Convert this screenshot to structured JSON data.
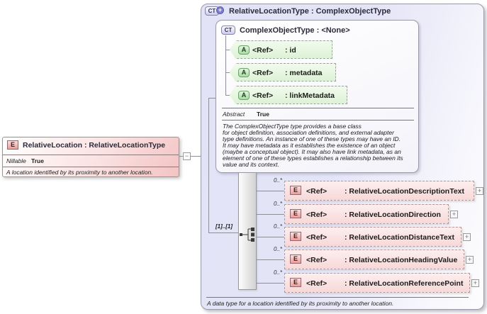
{
  "glyphs": {
    "expand": "+",
    "collapse": "−"
  },
  "colors": {
    "type_box_fill": "#e4e4f7",
    "element_fill": "#f9dcdc",
    "attribute_fill": "#e8f8e4",
    "border_gray": "#9a9aa8",
    "badge_blue": "#7d7dd2"
  },
  "element_box": {
    "icon": "E",
    "title": "RelativeLocation : RelativeLocationType",
    "nillable_label": "Nillable",
    "nillable_value": "True",
    "annotation": "A location identified by its proximity to another location."
  },
  "type_box": {
    "icon": "CT",
    "icon_badge": "+",
    "title": "RelativeLocationType : ComplexObjectType",
    "footer_annotation": "A data type for a location identified by its proximity to another location.",
    "base_type": {
      "icon": "CT",
      "title": "ComplexObjectType : <None>",
      "attributes": [
        {
          "icon": "A",
          "ref": "<Ref>",
          "name": ": id"
        },
        {
          "icon": "A",
          "ref": "<Ref>",
          "name": ": metadata"
        },
        {
          "icon": "A",
          "ref": "<Ref>",
          "name": ": linkMetadata"
        }
      ],
      "abstract_label": "Abstract",
      "abstract_value": "True",
      "description": "The ComplexObjectType type provides a base class\nfor object definition, association definitions, and external adapter\ntype definitions. An instance of one of these types may have an ID.\nIt may have metadata as it establishes the existence of an object\n(maybe a conceptual object). It may also have link metadata, as an\nelement of one of these types establishes a relationship between its\nvalue and its context."
    },
    "sequence": {
      "cardinality": "[1]..[1]",
      "elements": [
        {
          "cardinality": "0..*",
          "icon": "E",
          "ref": "<Ref>",
          "name": ": RelativeLocationDescriptionText"
        },
        {
          "cardinality": "0..*",
          "icon": "E",
          "ref": "<Ref>",
          "name": ": RelativeLocationDirection"
        },
        {
          "cardinality": "0..*",
          "icon": "E",
          "ref": "<Ref>",
          "name": ": RelativeLocationDistanceText"
        },
        {
          "cardinality": "0..*",
          "icon": "E",
          "ref": "<Ref>",
          "name": ": RelativeLocationHeadingValue"
        },
        {
          "cardinality": "0..*",
          "icon": "E",
          "ref": "<Ref>",
          "name": ": RelativeLocationReferencePoint"
        }
      ]
    }
  }
}
